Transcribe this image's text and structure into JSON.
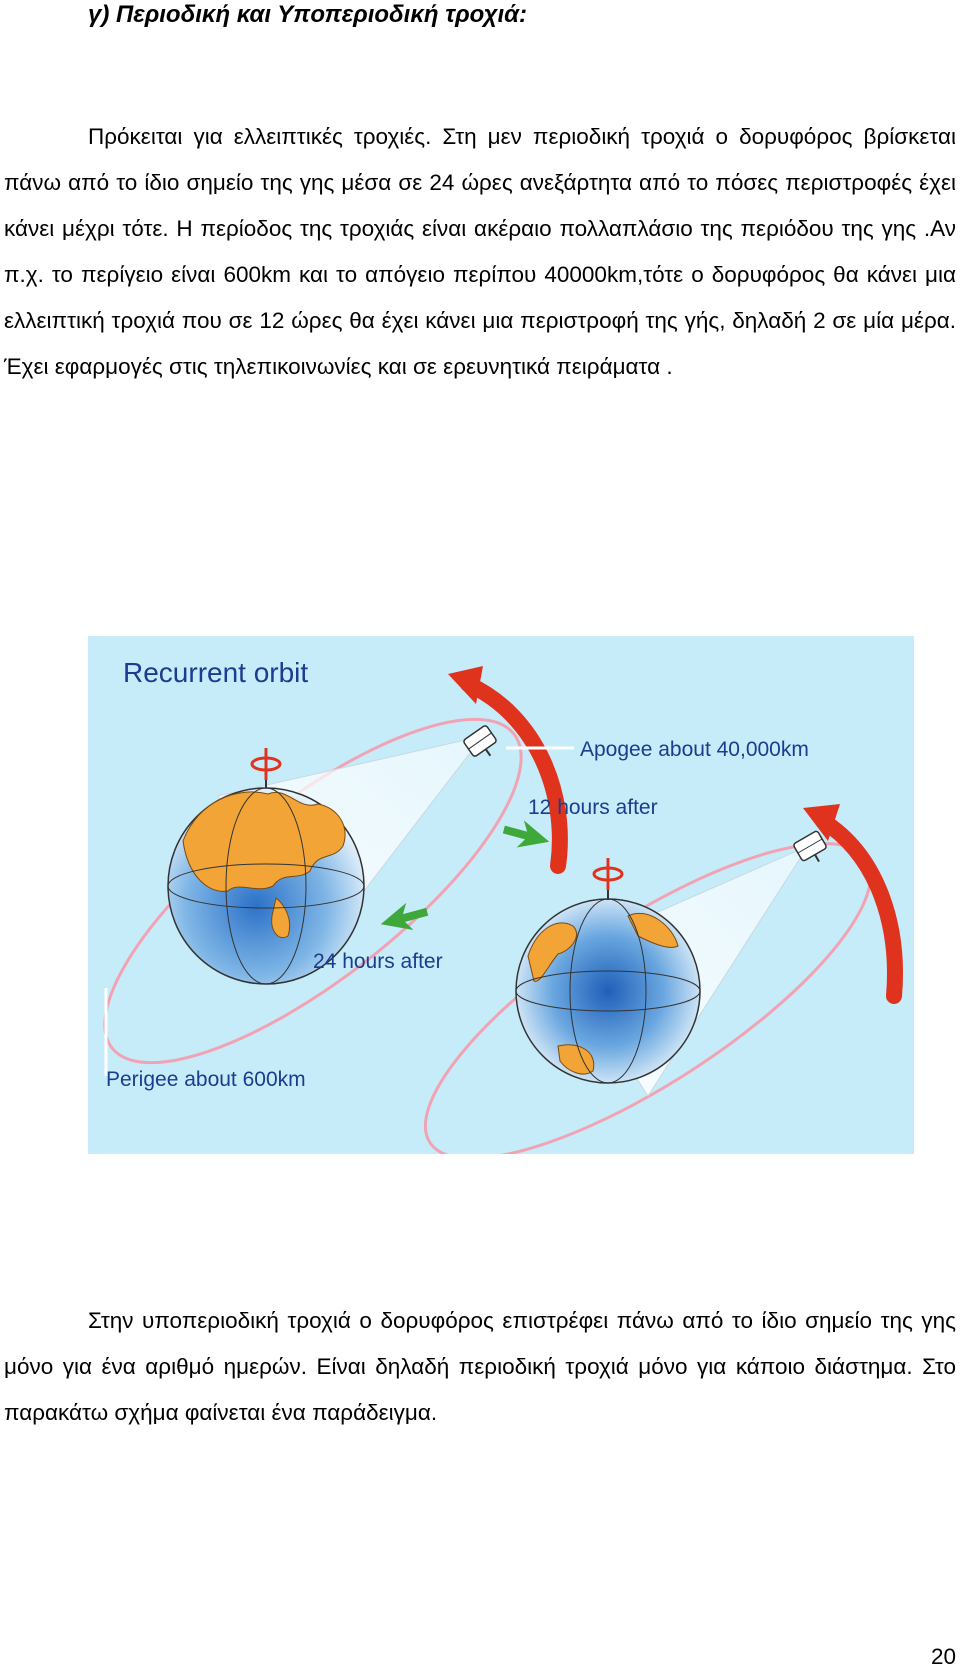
{
  "heading": "γ) Περιοδική και Υποπεριοδική τροχιά:",
  "paragraph_1": "Πρόκειται για ελλειπτικές τροχιές. Στη μεν περιοδική τροχιά ο δορυφόρος βρίσκεται πάνω από το ίδιο σημείο της γης μέσα σε 24 ώρες ανεξάρτητα από το πόσες περιστροφές έχει κάνει μέχρι τότε. Η περίοδος της τροχιάς είναι ακέραιο πολλαπλάσιο της περιόδου της γης .Αν π.χ. το περίγειο είναι 600km και το απόγειο περίπου 40000km,τότε ο δορυφόρος θα κάνει μια ελλειπτική τροχιά που σε 12 ώρες θα έχει κάνει μια περιστροφή της γής, δηλαδή 2 σε μία μέρα. Έχει εφαρμογές στις τηλεπικοινωνίες και σε ερευνητικά πειράματα .",
  "figure": {
    "title": "Recurrent orbit",
    "apogee_label": "Apogee about 40,000km",
    "hours_12_label": "12 hours after",
    "hours_24_label": "24 hours after",
    "perigee_label": "Perigee about 600km",
    "colors": {
      "background": "#c6ecfa",
      "title": "#1a3d8f",
      "label": "#1a3d8f",
      "orbit": "#f2a3b3",
      "arrow_red": "#e0331e",
      "arrow_green": "#3fa83a",
      "land": "#f2a436",
      "ocean": "#2f7fd0"
    }
  },
  "paragraph_2": "Στην υποπεριοδική τροχιά ο δορυφόρος επιστρέφει πάνω από το ίδιο σημείο της γης μόνο για ένα αριθμό ημερών. Είναι δηλαδή περιοδική τροχιά μόνο για κάποιο διάστημα. Στο παρακάτω σχήμα φαίνεται ένα παράδειγμα.",
  "page_number": "20"
}
